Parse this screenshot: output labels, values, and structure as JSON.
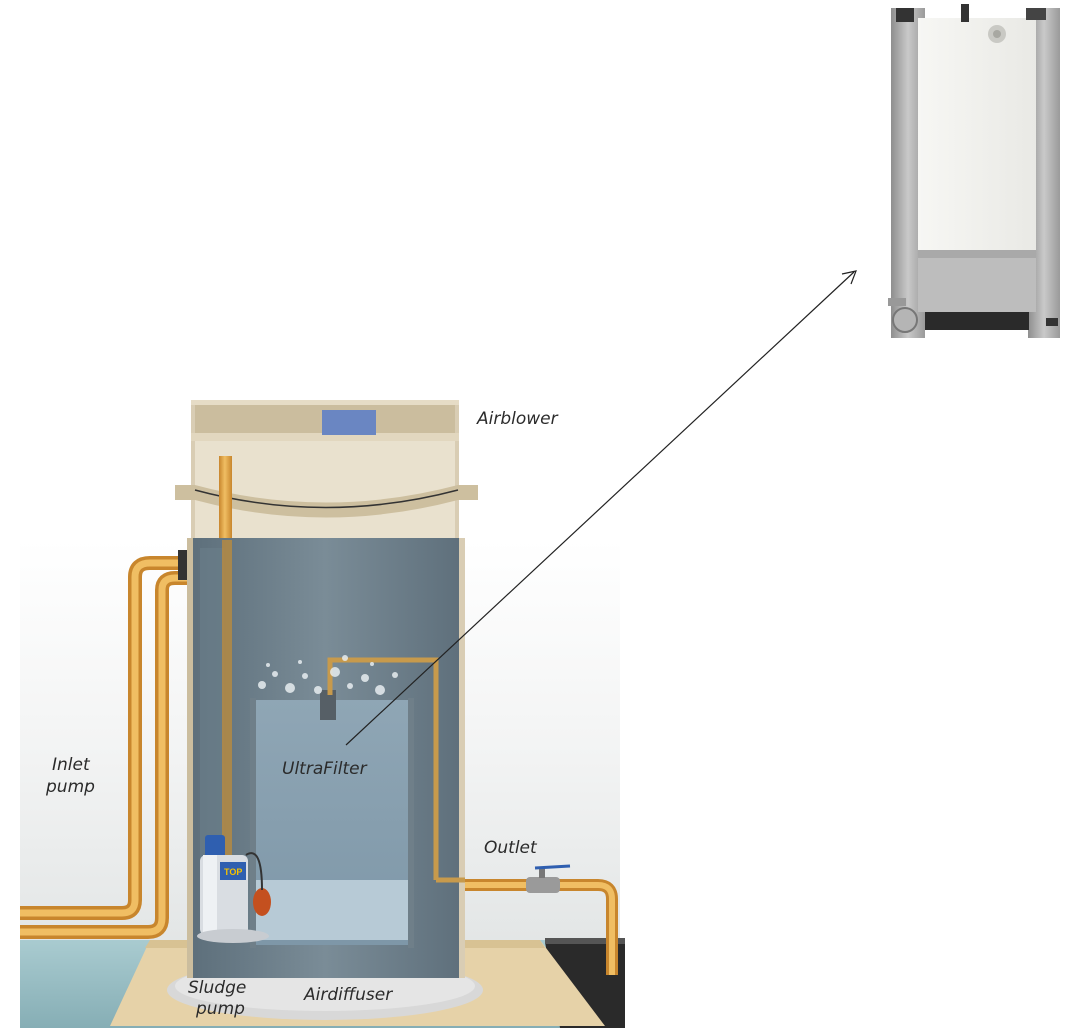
{
  "labels": {
    "airblower": "Airblower",
    "ultrafilter": "UltraFilter",
    "outlet": "Outlet",
    "inlet_line1": "Inlet",
    "inlet_line2": "pump",
    "sludge_line1": "Sludge",
    "sludge_line2": "pump",
    "airdiffuser": "Airdiffuser"
  },
  "pump_badge": "TOP",
  "colors": {
    "pipe": "#e3a94a",
    "tank_water": "#6c7e8a",
    "tank_frame": "#d9cdb4",
    "base_platform": "#e6d2a8",
    "water_pool": "#9fc2c8",
    "filter_frame": "#a8a8a8",
    "filter_panel": "#f3f3f0",
    "pump_blue": "#2f5fb0"
  }
}
